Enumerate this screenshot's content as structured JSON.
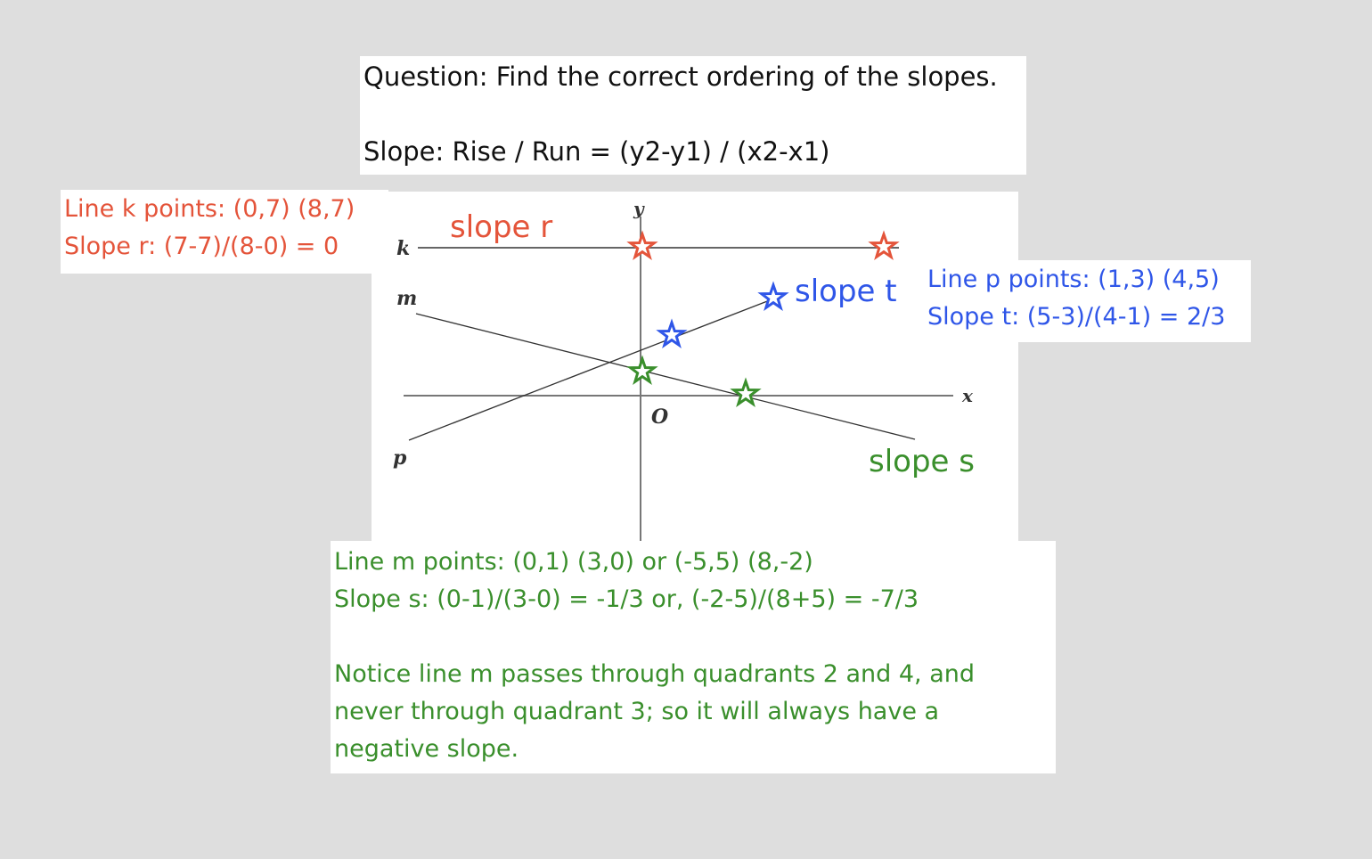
{
  "question": {
    "prompt": "Question: Find the correct ordering of the slopes.",
    "formula": "Slope: Rise / Run = (y2-y1) / (x2-x1)"
  },
  "line_k": {
    "points": "Line k points: (0,7)  (8,7)",
    "slope": "Slope r: (7-7)/(8-0) = 0",
    "color": "#e4543a"
  },
  "line_p": {
    "points": "Line p points: (1,3)  (4,5)",
    "slope": "Slope t: (5-3)/(4-1) = 2/3",
    "color": "#2f56e8"
  },
  "line_m": {
    "points": "Line m points: (0,1)  (3,0) or (-5,5) (8,-2)",
    "slope": "Slope s: (0-1)/(3-0) = -1/3 or, (-2-5)/(8+5) = -7/3",
    "note_lines": [
      "Notice line m passes through quadrants 2 and 4, and",
      "never through quadrant 3; so it will always have a",
      "negative slope."
    ],
    "color": "#3a8f2c"
  },
  "diagram": {
    "axis_labels": {
      "x": "x",
      "y": "y",
      "origin": "O"
    },
    "line_labels": {
      "k": "k",
      "m": "m",
      "p": "p"
    },
    "slope_labels": {
      "r": "slope r",
      "t": "slope t",
      "s": "slope s"
    }
  }
}
